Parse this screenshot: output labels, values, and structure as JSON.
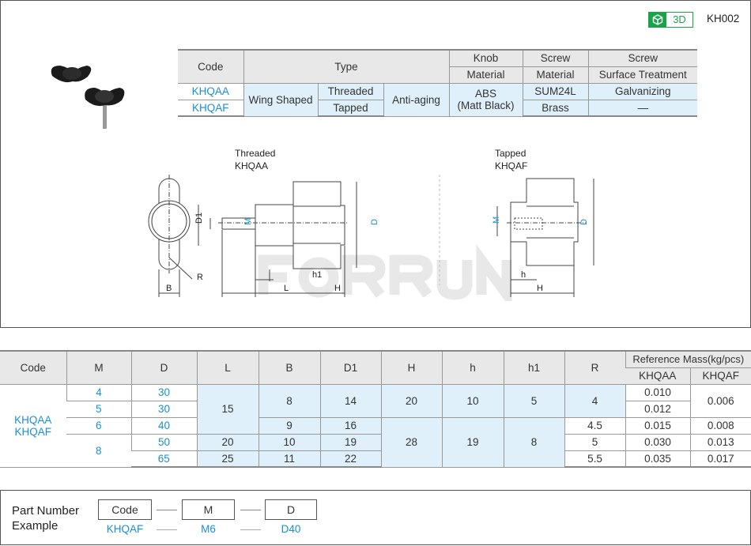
{
  "header": {
    "badge_label": "3D",
    "badge_icon": "cube-icon",
    "product_code": "KH002"
  },
  "colors": {
    "accent": "#1a8fd6",
    "badge": "#1aa34a",
    "cell_fill": "#dff0fb",
    "header_fill": "#e8e8e8"
  },
  "type_table": {
    "headers": {
      "code": "Code",
      "type": "Type",
      "knob": "Knob",
      "knob_sub": "Material",
      "screw": "Screw",
      "screw_sub": "Material",
      "screw2": "Screw",
      "screw2_sub": "Surface Treatment"
    },
    "rows": [
      {
        "code": "KHQAA",
        "shape": "Wing Shaped",
        "kind": "Threaded",
        "feature": "Anti-aging",
        "knob_material": "ABS\n(Matt Black)",
        "screw_material": "SUM24L",
        "surface": "Galvanizing"
      },
      {
        "code": "KHQAF",
        "kind": "Tapped",
        "screw_material": "Brass",
        "surface": "—"
      }
    ]
  },
  "drawing": {
    "threaded_title": "Threaded",
    "threaded_code": "KHQAA",
    "tapped_title": "Tapped",
    "tapped_code": "KHQAF",
    "labels": {
      "B": "B",
      "R": "R",
      "D1": "D1",
      "M": "M",
      "D": "D",
      "L": "L",
      "H": "H",
      "h1": "h1",
      "h": "h"
    },
    "watermark": "FORRUN"
  },
  "spec_table": {
    "headers": [
      "Code",
      "M",
      "D",
      "L",
      "B",
      "D1",
      "H",
      "h",
      "h1",
      "R"
    ],
    "mass_header": "Reference Mass(kg/pcs)",
    "mass_sub": [
      "KHQAA",
      "KHQAF"
    ],
    "codes": "KHQAA\nKHQAF",
    "M": [
      "4",
      "5",
      "6",
      "8"
    ],
    "D": [
      "30",
      "30",
      "40",
      "50",
      "65"
    ],
    "L": [
      "15",
      "20",
      "25"
    ],
    "B": [
      "8",
      "9",
      "10",
      "11"
    ],
    "D1": [
      "14",
      "16",
      "19",
      "22"
    ],
    "H": [
      "20",
      "28"
    ],
    "h": [
      "10",
      "19"
    ],
    "h1": [
      "5",
      "8"
    ],
    "R": [
      "4",
      "4.5",
      "5",
      "5.5"
    ],
    "mass_A": [
      "0.010",
      "0.012",
      "0.015",
      "0.030",
      "0.035"
    ],
    "mass_F": [
      "0.006",
      "0.008",
      "0.013",
      "0.017"
    ]
  },
  "part_number": {
    "label": "Part Number\nExample",
    "fields": [
      "Code",
      "M",
      "D"
    ],
    "values": [
      "KHQAF",
      "M6",
      "D40"
    ]
  }
}
